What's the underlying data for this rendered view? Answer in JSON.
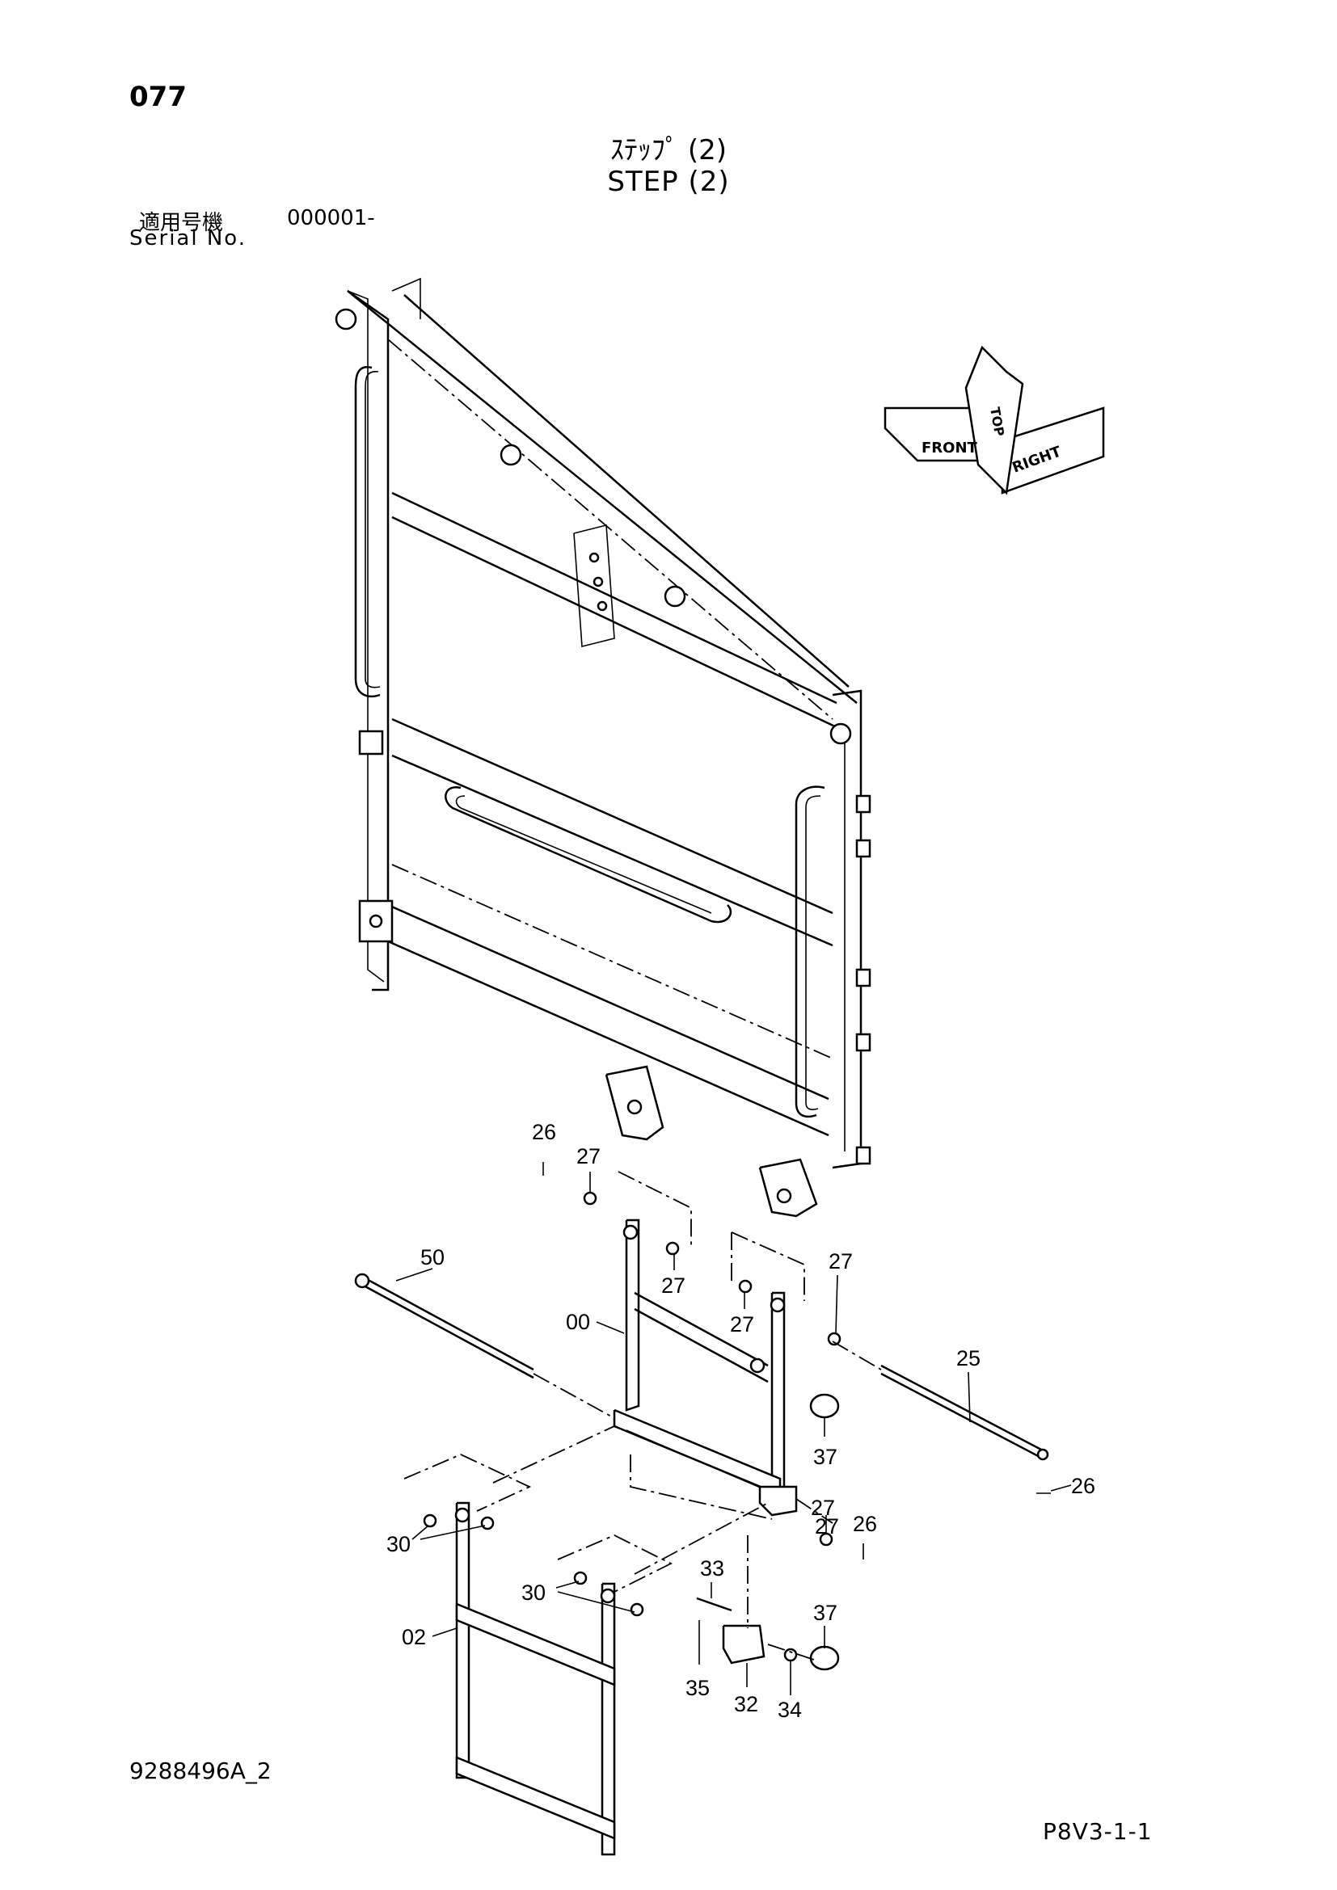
{
  "header": {
    "page_number": "077",
    "title_jp": "ｽﾃｯﾌﾟ (2)",
    "title_en": "STEP (2)",
    "serial_label_jp": "適用号機",
    "serial_number": "000001-",
    "serial_label_en": "Serial No."
  },
  "orientation": {
    "top": "TOP",
    "front": "FRONT",
    "right": "RIGHT"
  },
  "callouts": [
    "26",
    "27",
    "27",
    "27",
    "27",
    "27",
    "50",
    "00",
    "25",
    "37",
    "26",
    "27",
    "26",
    "30",
    "30",
    "33",
    "37",
    "02",
    "35",
    "32",
    "34"
  ],
  "footer": {
    "drawing_id": "9288496A_2",
    "page_code": "P8V3-1-1"
  }
}
